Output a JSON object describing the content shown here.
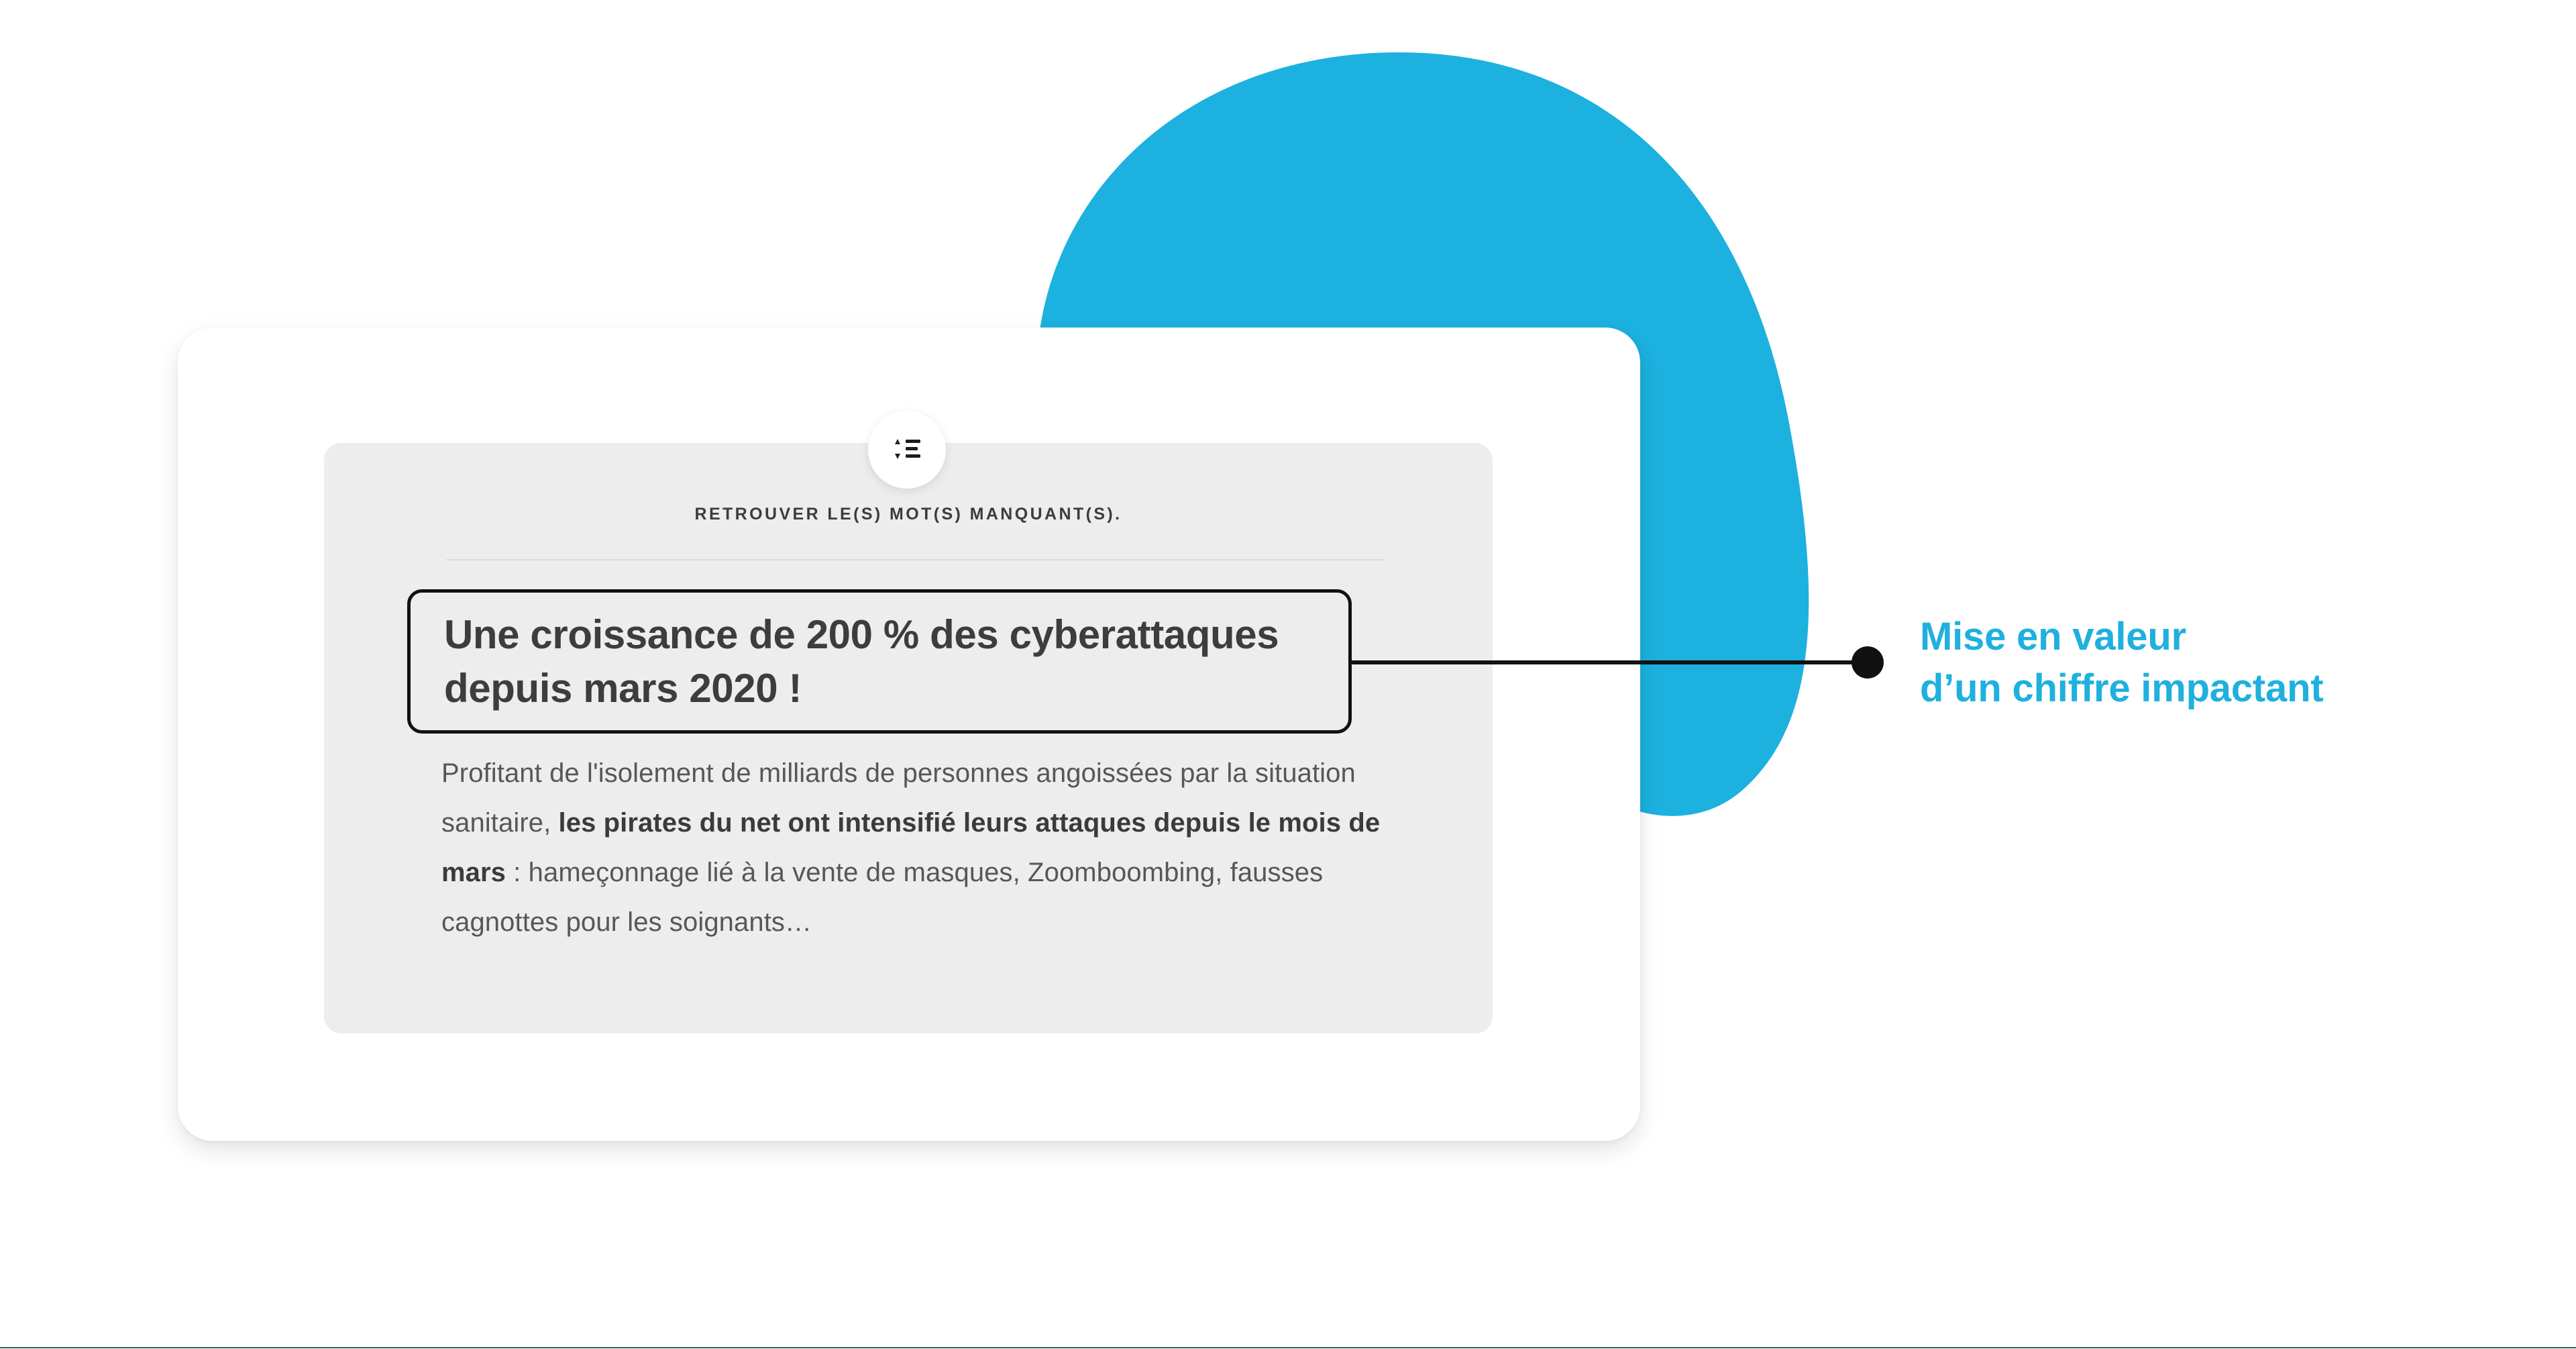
{
  "colors": {
    "brand_blue": "#1FB0DE",
    "blob_blue": "#1CB1DF",
    "panel_grey": "#EDEDED",
    "heading_text": "#3D3D3D",
    "body_text": "#575757",
    "outline_black": "#111111",
    "bottom_rule": "#3E5E52"
  },
  "card": {
    "icon_badge": {
      "icon_name": "sort-list-icon"
    },
    "eyebrow": "RETROUVER LE(S) MOT(S) MANQUANT(S).",
    "highlight": {
      "heading_line_1": "Une croissance de 200 % des cyberattaques",
      "heading_line_2": "depuis mars 2020 !",
      "heading_full": "Une croissance de 200 % des cyberattaques depuis mars 2020 !"
    },
    "body": {
      "segment_1": "Profitant de l'isolement de milliards de personnes angoissées par la situation sanitaire, ",
      "segment_2_bold": "les pirates du net ont intensifié leurs attaques depuis le mois de mars",
      "segment_3": " : hameçonnage lié à la vente de masques, Zoomboombing, fausses cagnottes pour les soignants…"
    }
  },
  "annotation": {
    "line_1": "Mise en valeur",
    "line_2": "d’un chiffre impactant",
    "full": "Mise en valeur d’un chiffre impactant"
  },
  "decor": {
    "blob_name": "blue-blob-shape",
    "bottom_rule_name": "page-bottom-rule"
  }
}
